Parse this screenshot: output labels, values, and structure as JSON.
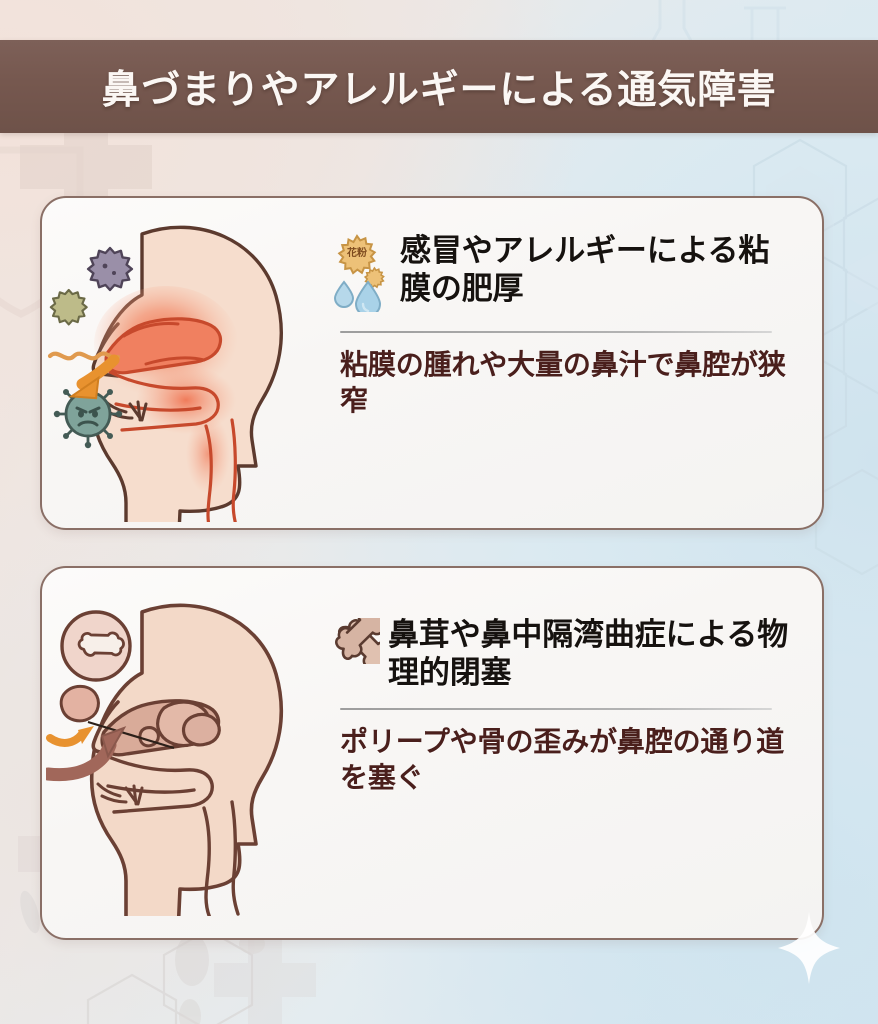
{
  "header": {
    "title": "鼻づまりやアレルギーによる通気障害",
    "bar_color": "#76584f",
    "text_color": "#fbf7f4"
  },
  "theme": {
    "card_border": "#8a6f66",
    "card_background": "#faf9f8",
    "title_color": "#16120f",
    "body_color": "#4a1f1c",
    "divider_color": "#a8a8a8",
    "accent_orange": "#e8922f",
    "accent_brown": "#9a6a5c",
    "skin_color": "#f3d9c8",
    "inflamed_color": "#ef6b4a",
    "mucosa_color": "#d7a695"
  },
  "cards": [
    {
      "id": "card-1",
      "title": "感冒やアレルギーによる粘膜の肥厚",
      "body": "粘膜の腫れや大量の鼻汁で鼻腔が狭窄",
      "title_icon": "pollen-badge-icon",
      "illustration": "inflamed-nasal-cavity-head-diagram",
      "pollen_label": "花粉",
      "figure_elements": [
        "head-profile",
        "inflamed-nasal-cavity",
        "virus-particle-purple",
        "virus-particle-olive",
        "virus-particle-green-angry",
        "blocked-airflow-arrow",
        "wavy-airflow-line",
        "pollen-badge",
        "water-droplet-large",
        "water-droplet-small"
      ]
    },
    {
      "id": "card-2",
      "title": "鼻茸や鼻中隔湾曲症による物理的閉塞",
      "body": "ポリープや骨の歪みが鼻腔の通り道を塞ぐ",
      "title_icon": "crossed-bones-icon",
      "illustration": "nasal-polyp-obstruction-head-diagram",
      "figure_elements": [
        "head-profile",
        "nasal-polyp-mass",
        "polyp-pointer-line",
        "bone-callout-circle",
        "blocked-airflow-arrow-brown",
        "blocked-airflow-arrow-orange",
        "crossed-bones"
      ]
    }
  ],
  "decorations": {
    "sparkle": "four-point-star",
    "background_motifs": [
      "medical-cross",
      "shield",
      "hexagon-pattern"
    ]
  }
}
